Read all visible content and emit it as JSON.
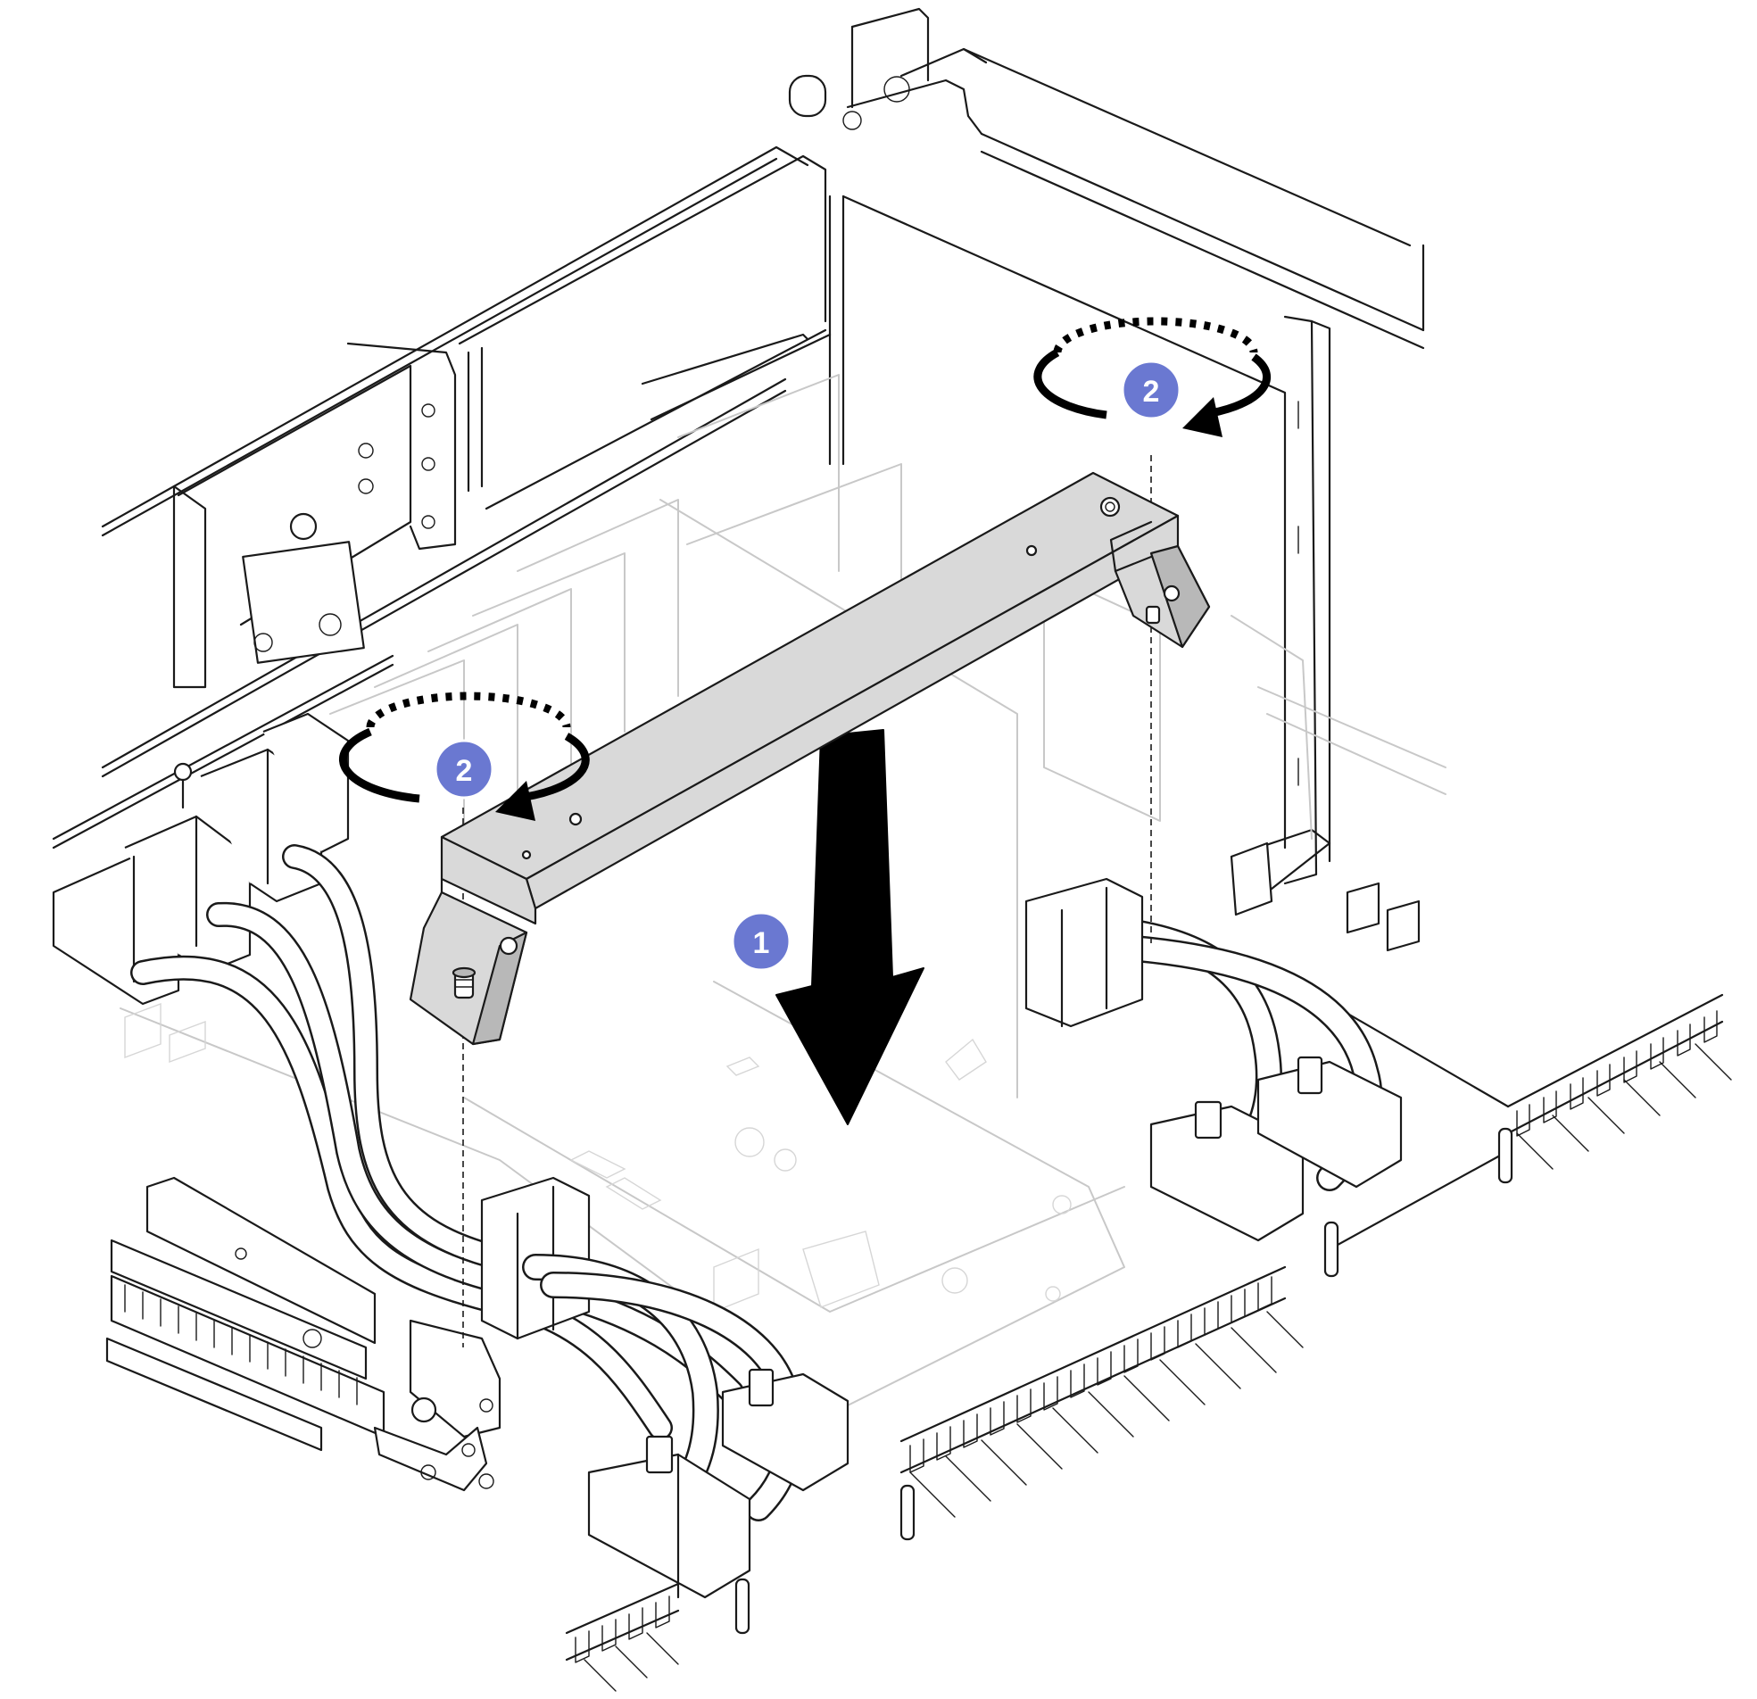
{
  "callouts": [
    {
      "label": "1"
    },
    {
      "label": "2"
    },
    {
      "label": "2"
    }
  ],
  "colors": {
    "callout_fill": "#6a78d1",
    "bracket_fill": "#d9d9d9",
    "line": "#1a1a1a",
    "ghost_line": "#c8c8c8"
  },
  "icons": {
    "install_arrow": "down-arrow-icon",
    "screw_rotation": "clockwise-rotation-icon"
  }
}
